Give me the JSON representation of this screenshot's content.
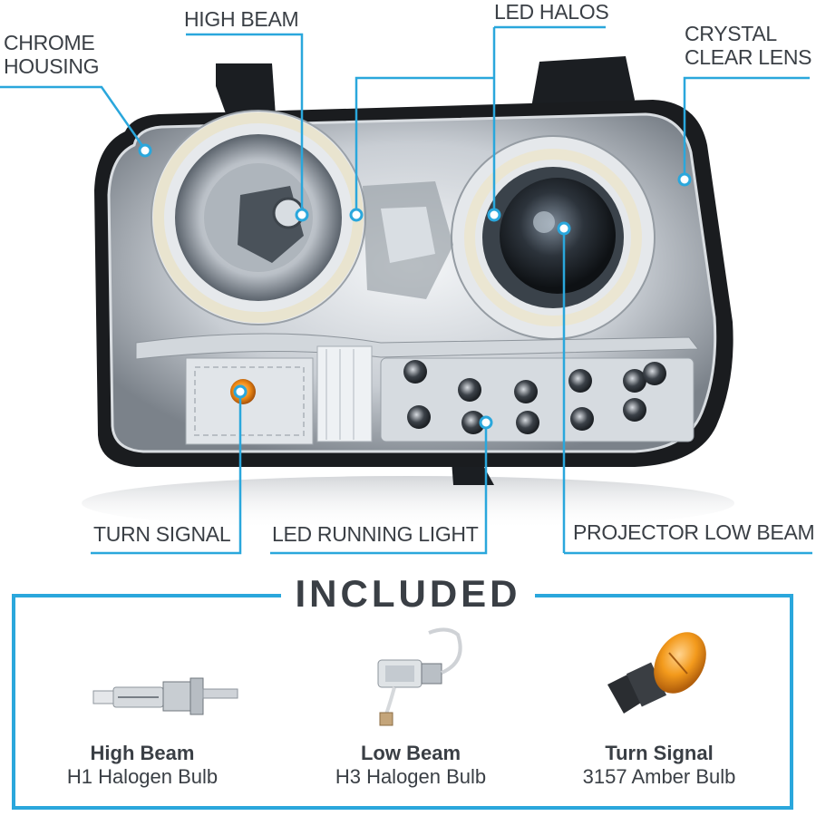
{
  "callouts": {
    "chrome_housing": [
      "CHROME",
      "HOUSING"
    ],
    "high_beam": "HIGH BEAM",
    "led_halos": "LED HALOS",
    "crystal_clear_lens": [
      "CRYSTAL",
      "CLEAR LENS"
    ],
    "turn_signal": "TURN SIGNAL",
    "led_running_light": "LED RUNNING LIGHT",
    "projector_low_beam": "PROJECTOR LOW BEAM"
  },
  "included": {
    "title": "INCLUDED",
    "items": [
      {
        "name": "High Beam",
        "desc": "H1 Halogen Bulb",
        "icon": "h1-bulb-icon"
      },
      {
        "name": "Low Beam",
        "desc": "H3 Halogen Bulb",
        "icon": "h3-bulb-icon"
      },
      {
        "name": "Turn Signal",
        "desc": "3157 Amber Bulb",
        "icon": "amber-bulb-icon"
      }
    ]
  },
  "colors": {
    "accent": "#2aa7dc",
    "text": "#3a3f45",
    "amber": "#f39a1c",
    "housing_dark": "#1a1c1f"
  }
}
